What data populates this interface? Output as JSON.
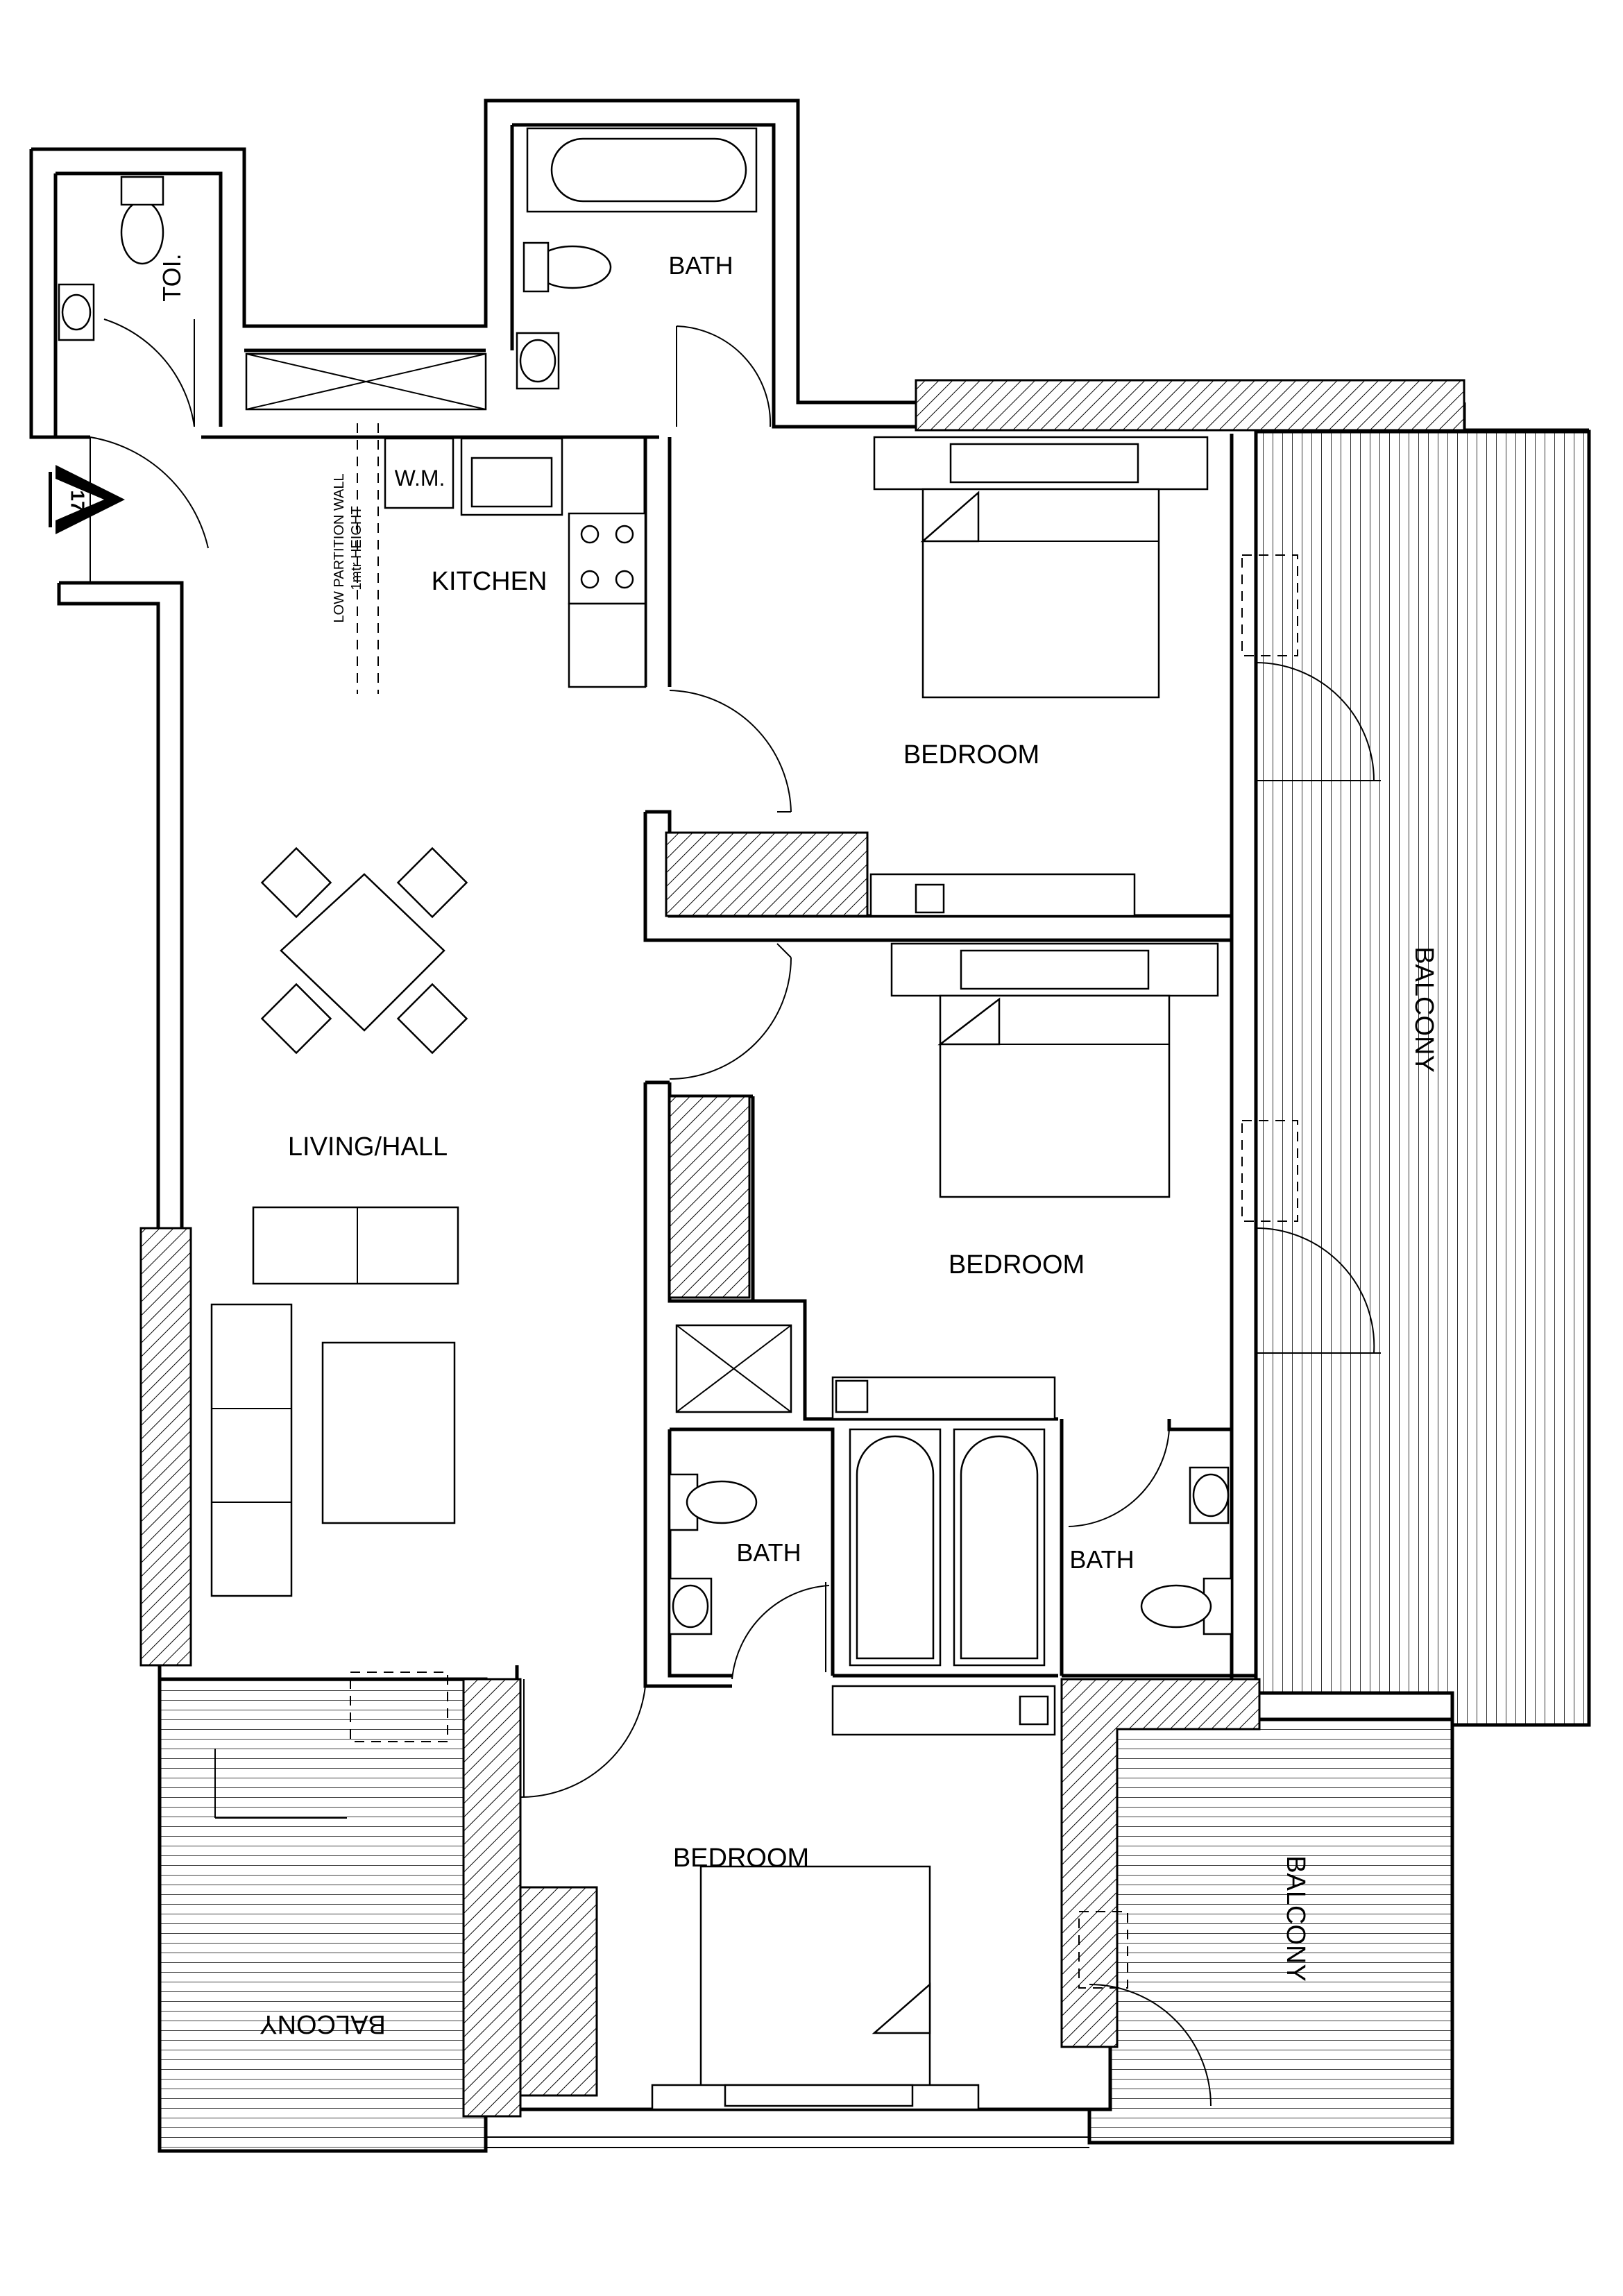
{
  "rooms": {
    "toilet": "TOI.",
    "bath_top": "BATH",
    "wm": "W.M.",
    "kitchen": "KITCHEN",
    "partition_line1": "LOW PARTITION WALL",
    "partition_line2": "1mtr HEIGHT",
    "bedroom_1": "BEDROOM",
    "bedroom_2": "BEDROOM",
    "bedroom_3": "BEDROOM",
    "living": "LIVING/HALL",
    "bath_mid_left": "BATH",
    "bath_mid_right": "BATH",
    "balcony_right": "BALCONY",
    "balcony_lower_right": "BALCONY",
    "balcony_lower_left": "BALCONY"
  },
  "unit": {
    "number": "17"
  },
  "colors": {
    "line": "#000000",
    "background": "#ffffff"
  }
}
